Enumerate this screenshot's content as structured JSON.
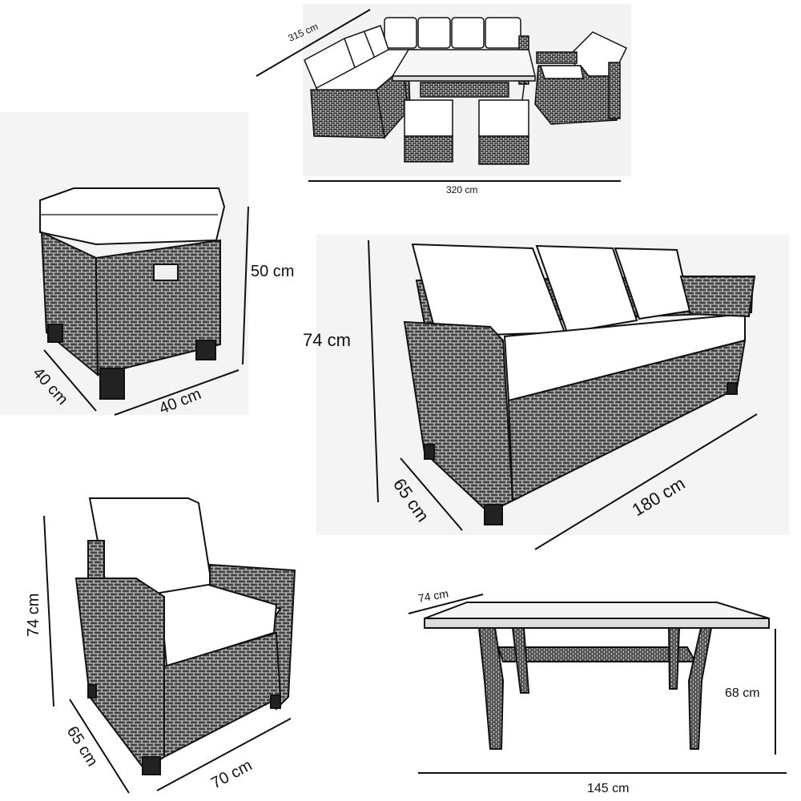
{
  "set_overview": {
    "depth": "315 cm",
    "width": "320 cm"
  },
  "stool": {
    "height": "50 cm",
    "depth": "40 cm",
    "width": "40 cm"
  },
  "sofa": {
    "height": "74 cm",
    "depth": "65 cm",
    "width": "180 cm"
  },
  "armchair": {
    "height": "74 cm",
    "depth": "65 cm",
    "width": "70 cm"
  },
  "table": {
    "depth": "74 cm",
    "height": "68 cm",
    "width": "145 cm"
  },
  "colors": {
    "ink": "#111111",
    "cushion": "#ffffff",
    "wicker": "#6b6b6b",
    "wicker_dark": "#2a2a2a"
  }
}
